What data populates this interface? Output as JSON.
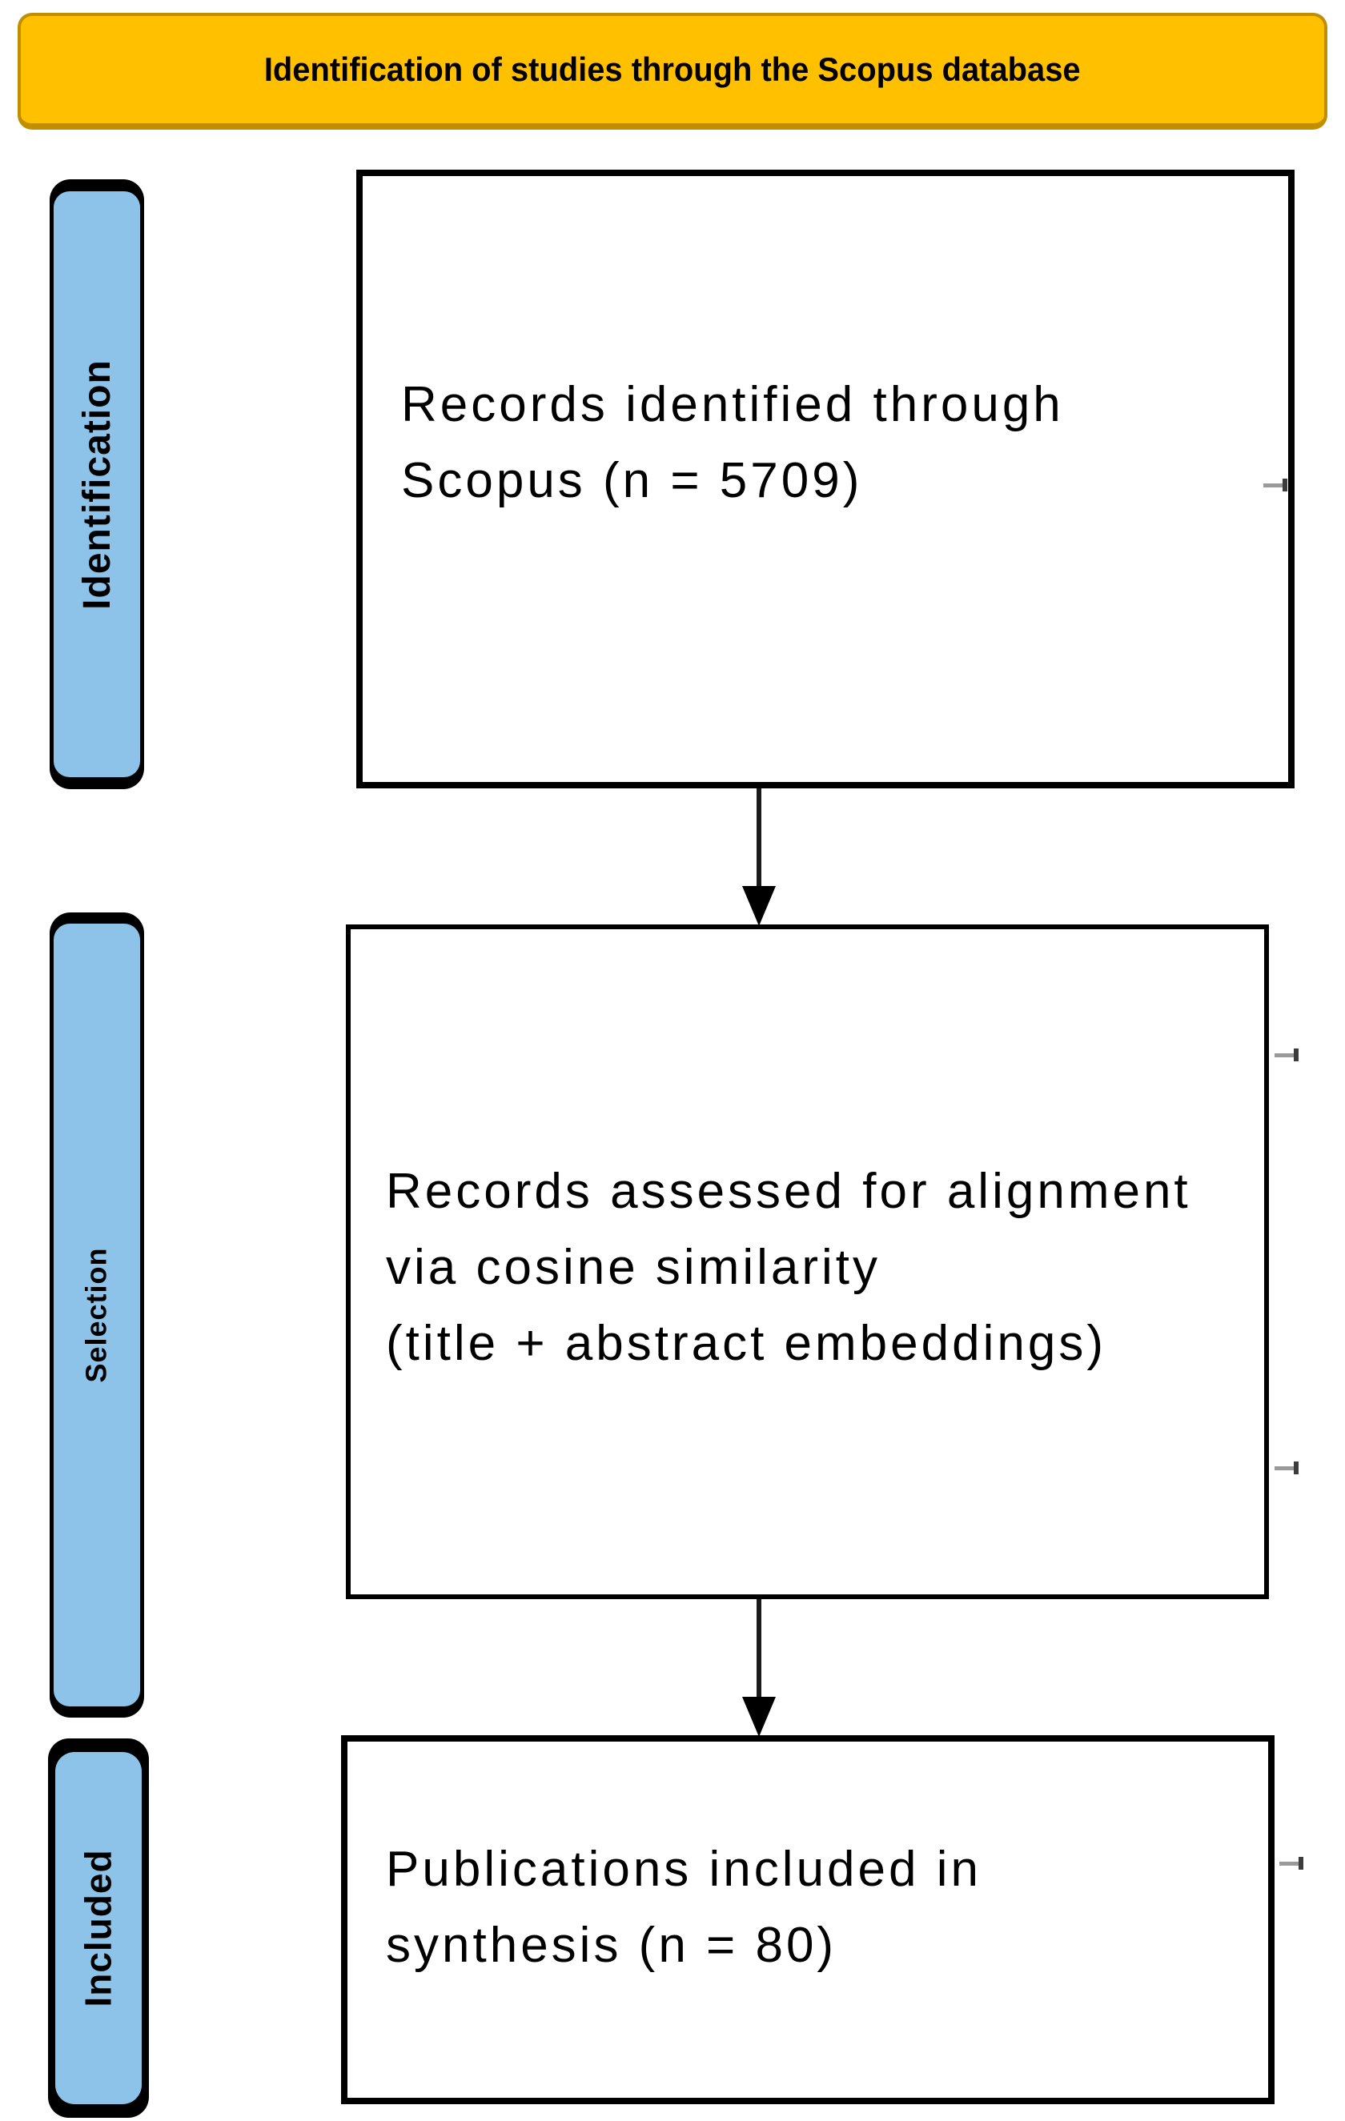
{
  "figure": {
    "header": {
      "title": "Identification of studies through the Scopus database",
      "fill_color": "#FFC000",
      "border_color": "#BF8F00",
      "text_color": "#000000"
    },
    "stage_labels": [
      {
        "label": "Identification"
      },
      {
        "label": "Selection"
      },
      {
        "label": "Included"
      }
    ],
    "stage_fill_color": "#8DC3E8",
    "stage_border_color": "#000000",
    "boxes": [
      {
        "name": "records-identified",
        "stage": "Identification",
        "lines": [
          "Records identified through",
          "Scopus (n = 5709)"
        ],
        "n": "5709"
      },
      {
        "name": "records-assessed",
        "stage": "Selection",
        "lines": [
          "Records assessed for alignment",
          "via cosine similarity",
          "(title + abstract embeddings)"
        ]
      },
      {
        "name": "publications-included",
        "stage": "Included",
        "lines": [
          "Publications included in",
          "synthesis (n = 80)"
        ],
        "n": "80"
      }
    ],
    "arrows": [
      {
        "from": "records-identified",
        "to": "records-assessed"
      },
      {
        "from": "records-assessed",
        "to": "publications-included"
      }
    ]
  }
}
